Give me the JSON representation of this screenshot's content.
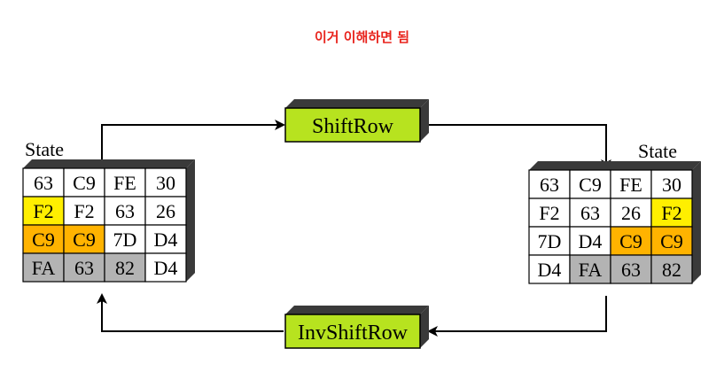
{
  "caption": "이거 이해하면 됨",
  "colors": {
    "caption": "#e8231c",
    "box_fill": "#b7e31f",
    "yellow": "#ffef00",
    "orange": "#ffb300",
    "gray": "#b3b3b3",
    "white": "#ffffff",
    "shadow": "#3a3a3a",
    "line": "#000000"
  },
  "left_state": {
    "label": "State",
    "cells": [
      [
        "63",
        "C9",
        "FE",
        "30"
      ],
      [
        "F2",
        "F2",
        "63",
        "26"
      ],
      [
        "C9",
        "C9",
        "7D",
        "D4"
      ],
      [
        "FA",
        "63",
        "82",
        "D4"
      ]
    ],
    "fills": [
      [
        "white",
        "white",
        "white",
        "white"
      ],
      [
        "yellow",
        "white",
        "white",
        "white"
      ],
      [
        "orange",
        "orange",
        "white",
        "white"
      ],
      [
        "gray",
        "gray",
        "gray",
        "white"
      ]
    ]
  },
  "right_state": {
    "label": "State",
    "cells": [
      [
        "63",
        "C9",
        "FE",
        "30"
      ],
      [
        "F2",
        "63",
        "26",
        "F2"
      ],
      [
        "7D",
        "D4",
        "C9",
        "C9"
      ],
      [
        "D4",
        "FA",
        "63",
        "82"
      ]
    ],
    "fills": [
      [
        "white",
        "white",
        "white",
        "white"
      ],
      [
        "white",
        "white",
        "white",
        "yellow"
      ],
      [
        "white",
        "white",
        "orange",
        "orange"
      ],
      [
        "white",
        "gray",
        "gray",
        "gray"
      ]
    ]
  },
  "shiftrow_label": "ShiftRow",
  "invshiftrow_label": "InvShiftRow"
}
